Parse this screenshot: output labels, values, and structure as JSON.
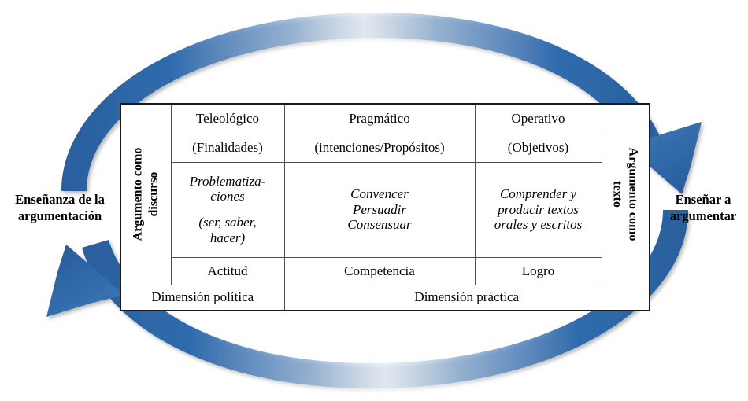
{
  "diagram": {
    "title": "Enseñanza de la argumentación / Enseñar a argumentar",
    "accent_color": "#2f6bad",
    "accent_color_dark": "#2a5f9c",
    "border_color": "#1a1a1a"
  },
  "captions": {
    "left_line1": "Enseñanza de la",
    "left_line2": "argumentación",
    "right_line1": "Enseñar a",
    "right_line2": "argumentar"
  },
  "side_labels": {
    "left_line1": "Argumento como",
    "left_line2": "discurso",
    "right_line1": "Argumento como",
    "right_line2": "texto"
  },
  "matrix": {
    "headers": [
      "Teleológico",
      "Pragmático",
      "Operativo"
    ],
    "subheaders": [
      "(Finalidades)",
      "(intenciones/Propósitos)",
      "(Objetivos)"
    ],
    "body": {
      "col1_line1": "Problematiza-",
      "col1_line2": "ciones",
      "col1_line3": "(ser, saber,",
      "col1_line4": "hacer)",
      "col2_line1": "Convencer",
      "col2_line2": "Persuadir",
      "col2_line3": "Consensuar",
      "col3_line1": "Comprender y",
      "col3_line2": "producir textos",
      "col3_line3": "orales y escritos"
    },
    "outcomes": [
      "Actitud",
      "Competencia",
      "Logro"
    ],
    "dimensions": {
      "political": "Dimensión política",
      "practical": "Dimensión práctica"
    }
  },
  "arrows": {
    "top_label": "flujo-superior-enseñanza-a-enseñar",
    "bottom_label": "flujo-inferior-enseñar-a-enseñanza"
  }
}
